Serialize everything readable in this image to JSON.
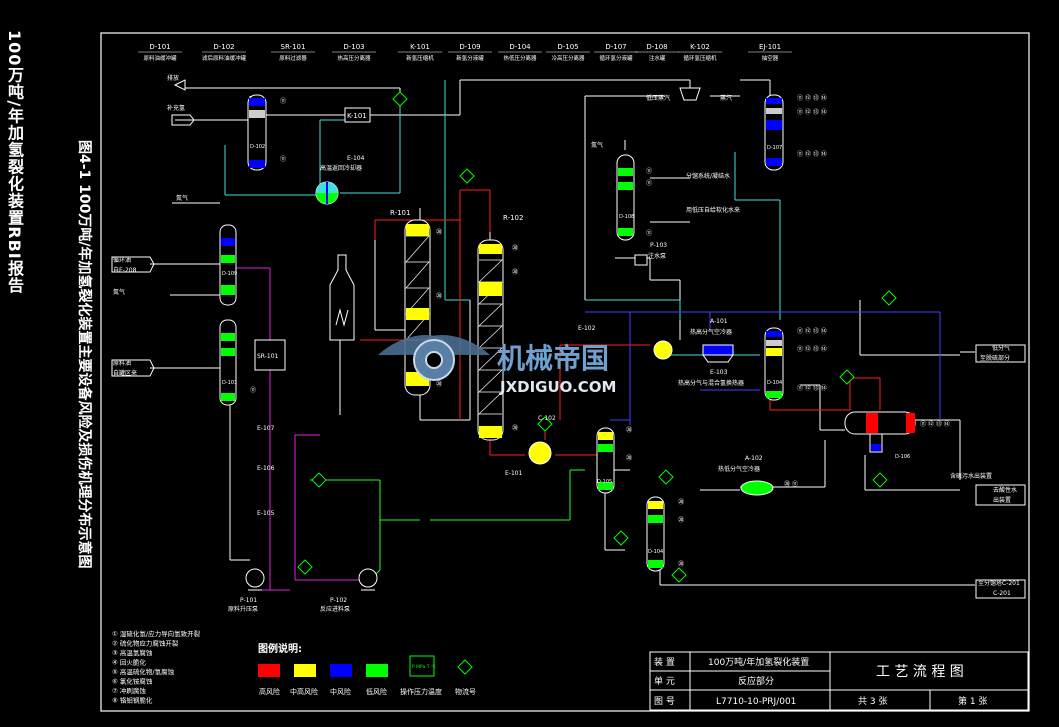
{
  "side_title_left": "100万吨/年加氢裂化装置RBI报告",
  "side_title_right": "图4-1 100万吨/年加氢裂化装置主要设备风险及损伤机理分布示意图",
  "top_equipment": [
    {
      "tag": "D-101",
      "name": "原料油缓冲罐"
    },
    {
      "tag": "D-102",
      "name": "滤后原料油缓冲罐"
    },
    {
      "tag": "SR-101",
      "name": "原料过滤器"
    },
    {
      "tag": "D-103",
      "name": "热高压分离器"
    },
    {
      "tag": "K-101",
      "name": "新氢压缩机"
    },
    {
      "tag": "D-109",
      "name": "新氢分液罐"
    },
    {
      "tag": "D-104",
      "name": "热低压分离器"
    },
    {
      "tag": "D-105",
      "name": "冷高压分离器"
    },
    {
      "tag": "D-107",
      "name": "循环氢分液罐"
    },
    {
      "tag": "D-108",
      "name": "注水罐"
    },
    {
      "tag": "K-102",
      "name": "循环氢压缩机"
    },
    {
      "tag": "EJ-101",
      "name": "抽空器"
    }
  ],
  "labels": {
    "exhaust": "排放",
    "make_up_h2": "补充氢",
    "nitrogen1": "氮气",
    "nitrogen2": "氮气",
    "nitrogen3": "氮气",
    "k101": "K-101",
    "e104": "E-104",
    "e104_name": "高温返回冷却器",
    "r101": "R-101",
    "r102": "R-102",
    "sr101": "SR-101",
    "e107": "E-107",
    "e106": "E-106",
    "e105": "E-105",
    "e101": "E-101",
    "e102": "E-102",
    "e103": "E-103",
    "e103_name": "热高分气与混合氢换热器",
    "a101": "A-101",
    "a101_name": "热高分气空冷器",
    "a102": "A-102",
    "a102_name": "热低分气空冷器",
    "p103": "P-103",
    "p103_name": "注水泵",
    "p101": "P-101",
    "p101_name": "原料升压泵",
    "p102": "P-102",
    "p102_name": "反应进料泵",
    "d101": "D-101",
    "d102": "D-102",
    "d103": "D-103",
    "d104": "D-104",
    "d105": "D-105",
    "d106": "D-106",
    "d107": "D-107",
    "d108": "D-108",
    "d109": "D-109",
    "c102": "C-102",
    "steam": "蒸汽",
    "mp_steam": "低压蒸汽",
    "ro_feed": "原料油",
    "ro_feed2": "自罐区来",
    "feed_in": "循环油",
    "feed_in2": "自E-208",
    "to_sep1": "分馏系统/凝结水",
    "to_sep2": "用低压自给软化水来",
    "hp_gas": "低分气",
    "hp_gas2": "至脱硫部分",
    "sour_water": "含硫污水出装置",
    "sour_water2": "去酸性水",
    "sour_water3": "出装置",
    "to_frac": "至分馏塔C-201",
    "to_frac2": "C-201"
  },
  "damage_notes": [
    "① 湿硫化氢/应力导向氢致开裂",
    "② 硫化物应力腐蚀开裂",
    "③ 高温氢腐蚀",
    "④ 回火脆化",
    "⑤ 高温硫化物/氢腐蚀",
    "⑥ 氯化铵腐蚀",
    "⑦ 冲刷腐蚀",
    "⑧ 铬钼钢脆化"
  ],
  "legend": {
    "title": "图例说明:",
    "items": [
      {
        "label": "高风险",
        "color": "#ff0000"
      },
      {
        "label": "中高风险",
        "color": "#ffff00"
      },
      {
        "label": "中风险",
        "color": "#0000ff"
      },
      {
        "label": "低风险",
        "color": "#00ff00"
      },
      {
        "label": "操作压力温度",
        "color": "#00ff00"
      },
      {
        "label": "物流号",
        "color": "#00ff00"
      }
    ],
    "pressure_box": "P MPa T ℃"
  },
  "title_block": {
    "r1c1": "装  置",
    "r1c2": "100万吨/年加氢裂化装置",
    "r2c1": "单  元",
    "r2c2": "反应部分",
    "r3c1": "图  号",
    "r3c2": "L7710-10-PRJ/001",
    "drawing_title": "工 艺 流 程 图",
    "sheets_total": "共 3 张",
    "sheet_no": "第 1 张"
  },
  "watermark": {
    "cn": "机械帝国",
    "en": "JXDIGUO.COM"
  },
  "stream_numbers": [
    "①",
    "②",
    "③",
    "④",
    "⑤",
    "⑥",
    "⑦",
    "⑧"
  ],
  "colors": {
    "high": "#ff0000",
    "mid_high": "#ffff00",
    "mid": "#0000ff",
    "low": "#00ff00",
    "line_white": "#ffffff",
    "line_red": "#ff2020",
    "line_magenta": "#e020e0",
    "line_cyan": "#40e0e0",
    "line_blue": "#4040ff",
    "line_green": "#20ff20"
  }
}
